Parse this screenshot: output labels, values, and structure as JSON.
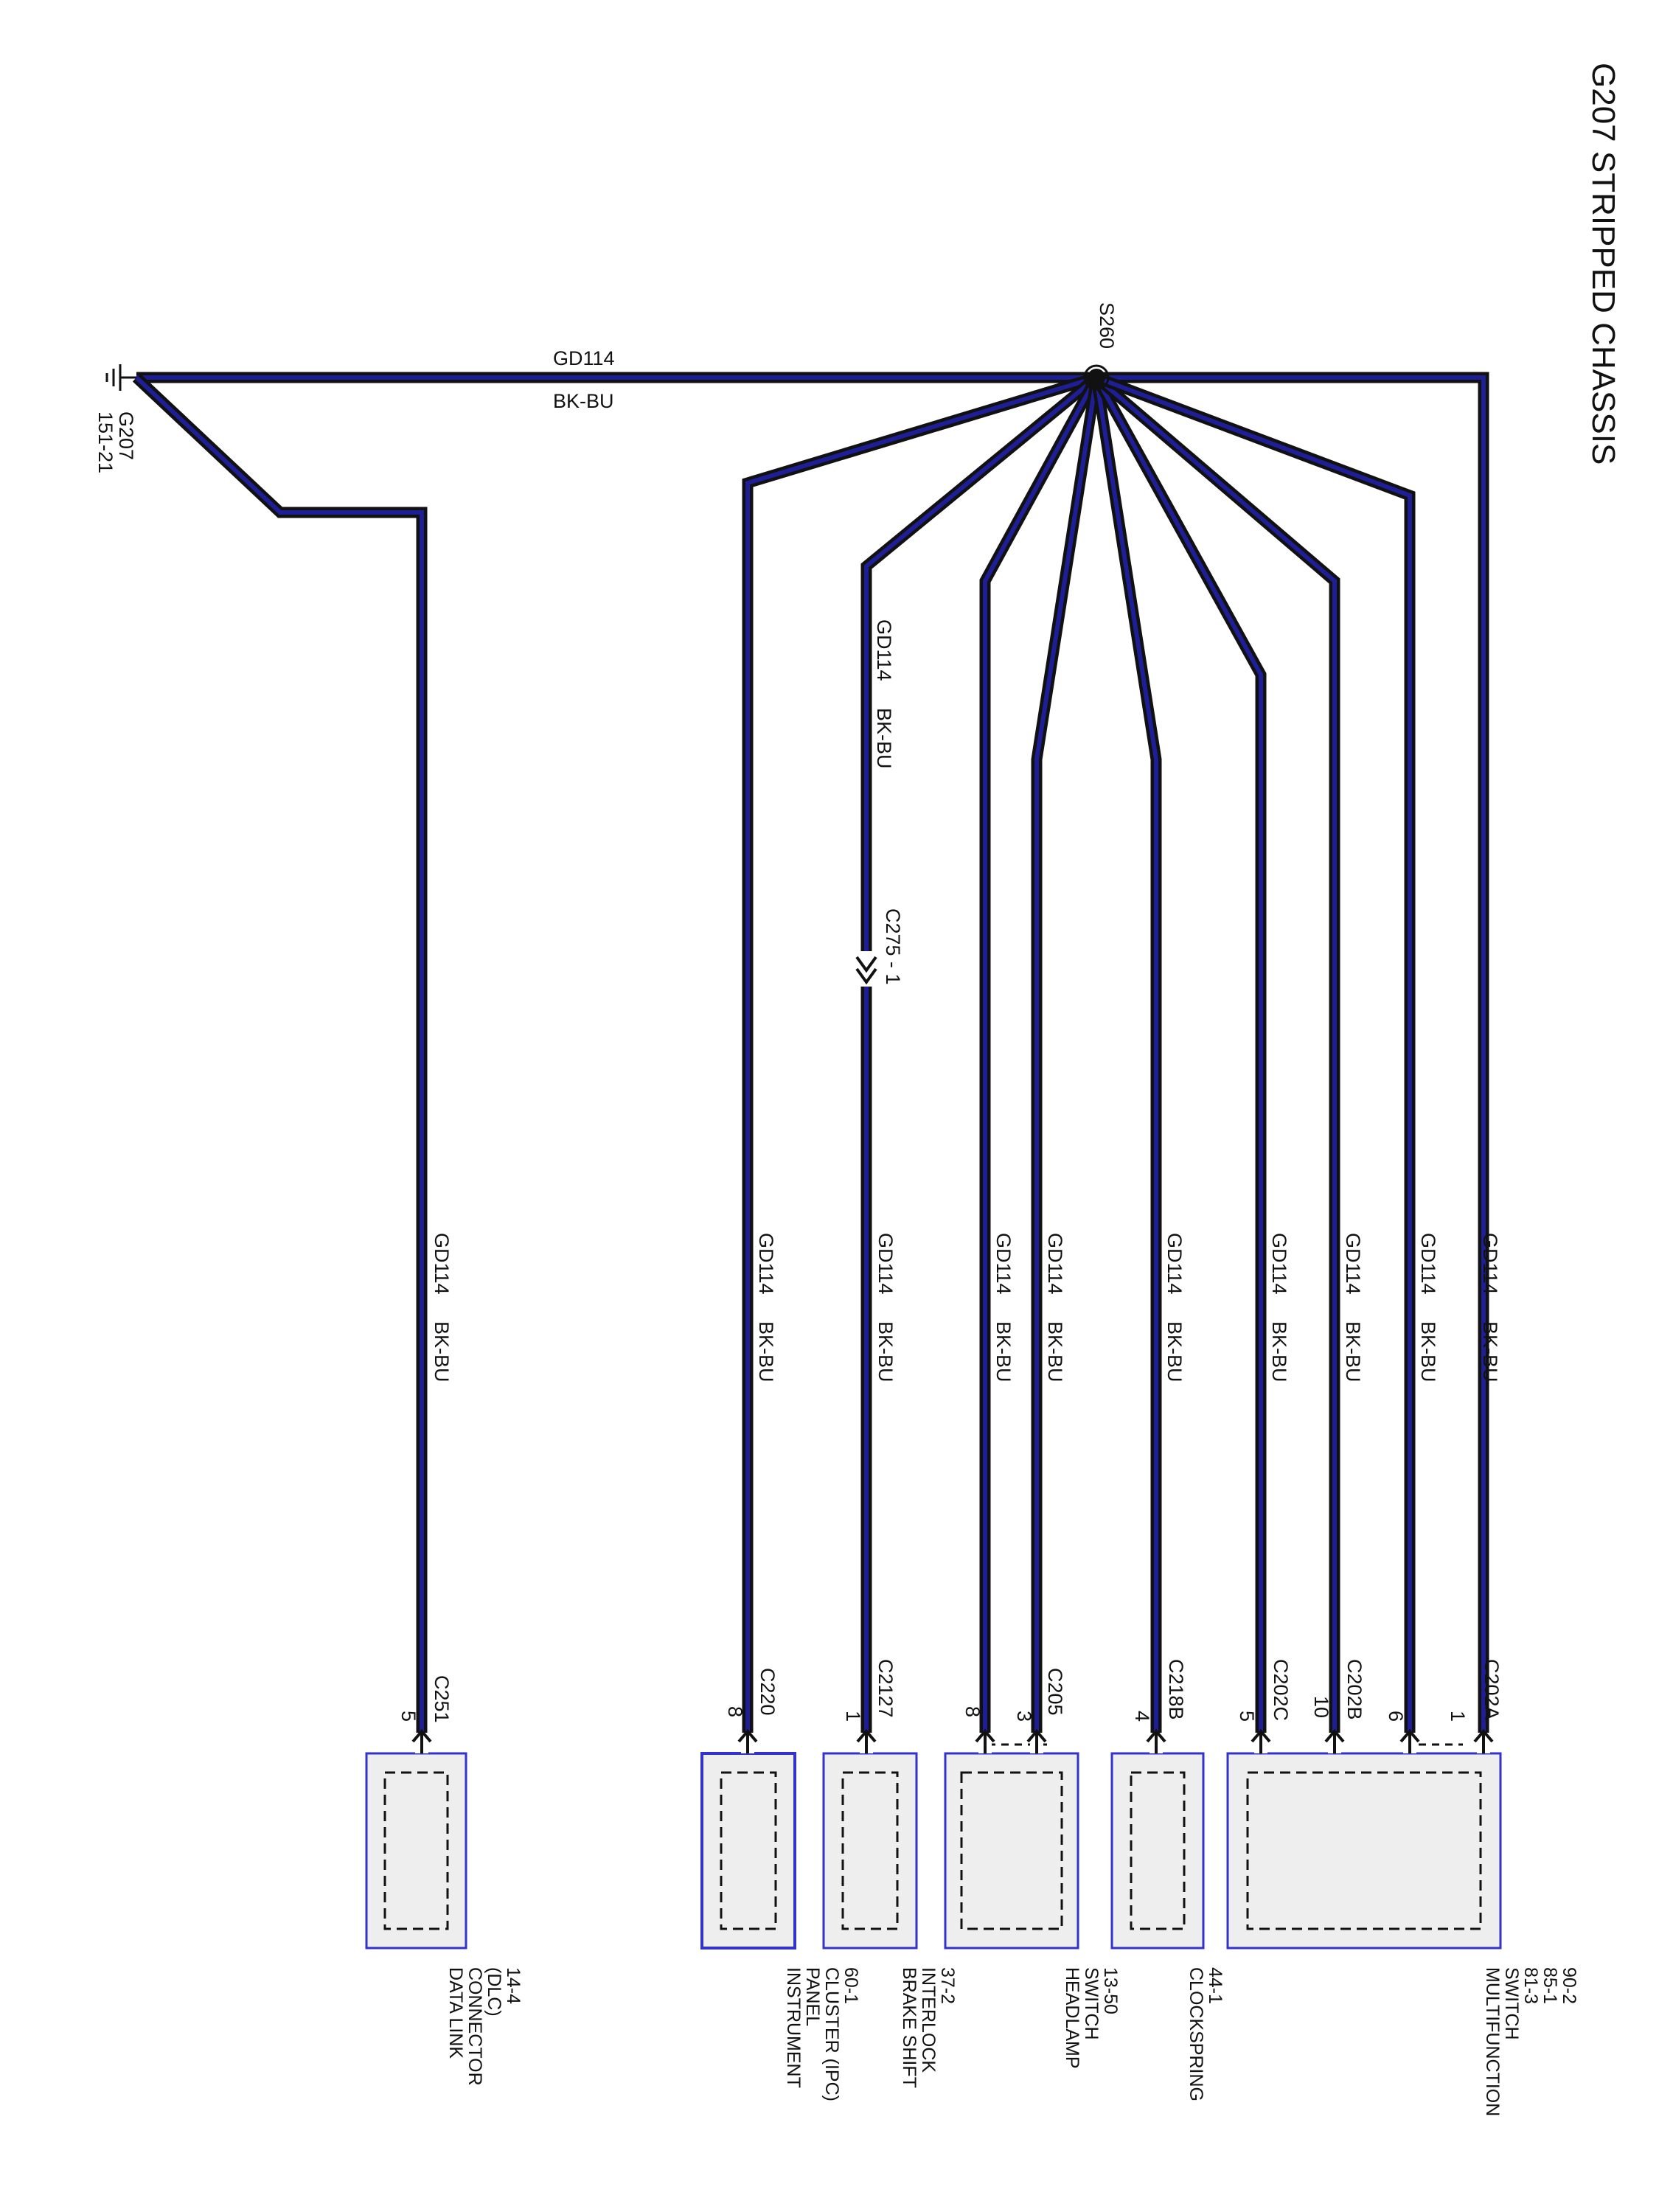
{
  "title": "G207 STRIPPED CHASSIS",
  "colors": {
    "wire_outer": "#111111",
    "wire_inner": "#1e1e96",
    "box_fill": "#eeeeee",
    "box_border": "#3333cc",
    "inner_dash": "#111111"
  },
  "ground": {
    "id": "G207",
    "ref": "151-21"
  },
  "splice": {
    "id": "S260"
  },
  "main_wire": {
    "circuit": "GD114",
    "color": "BK-BU"
  },
  "inline_connector": {
    "label": "C275 - 1"
  },
  "wire_labels": [
    {
      "circuit": "GD114",
      "color": "BK-BU"
    },
    {
      "circuit": "GD114",
      "color": "BK-BU"
    },
    {
      "circuit": "GD114",
      "color": "BK-BU"
    },
    {
      "circuit": "GD114",
      "color": "BK-BU"
    },
    {
      "circuit": "GD114",
      "color": "BK-BU"
    },
    {
      "circuit": "GD114",
      "color": "BK-BU"
    },
    {
      "circuit": "GD114",
      "color": "BK-BU"
    },
    {
      "circuit": "GD114",
      "color": "BK-BU"
    },
    {
      "circuit": "GD114",
      "color": "BK-BU"
    },
    {
      "circuit": "GD114",
      "color": "BK-BU"
    }
  ],
  "upper_wire_label": {
    "circuit": "GD114",
    "color": "BK-BU"
  },
  "connectors": [
    {
      "id": "C251",
      "pin": "5"
    },
    {
      "id": "C220",
      "pin": "8"
    },
    {
      "id": "C2127",
      "pin": "1"
    },
    {
      "id": "C205",
      "pin_a": "8",
      "pin_b": "3"
    },
    {
      "id": "C218B",
      "pin": "4"
    },
    {
      "id": "C202C",
      "pin": "5"
    },
    {
      "id": "C202B",
      "pin": "10"
    },
    {
      "id": "C202A",
      "pin_a": "6",
      "pin_b": "1"
    }
  ],
  "components": [
    {
      "lines": [
        "DATA LINK",
        "CONNECTOR",
        "(DLC)",
        "14-4"
      ]
    },
    {
      "lines": [
        "INSTRUMENT",
        "PANEL",
        "CLUSTER (IPC)",
        "60-1"
      ]
    },
    {
      "lines": [
        "BRAKE SHIFT",
        "INTERLOCK",
        "37-2"
      ]
    },
    {
      "lines": [
        "HEADLAMP",
        "SWITCH",
        "13-50"
      ]
    },
    {
      "lines": [
        "CLOCKSPRING",
        "44-1"
      ]
    },
    {
      "lines": [
        "MULTIFUNCTION",
        "SWITCH",
        "81-3",
        "85-1",
        "90-2"
      ]
    }
  ]
}
